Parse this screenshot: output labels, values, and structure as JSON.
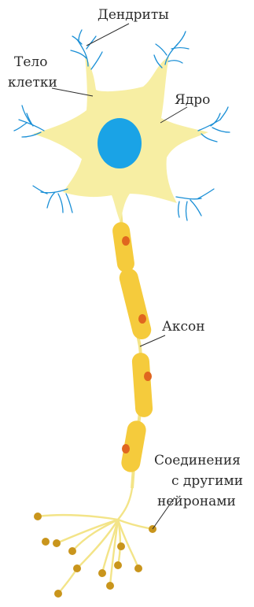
{
  "labels": {
    "dendrites": "Дендриты",
    "cell_body_line1": "Тело",
    "cell_body_line2": "клетки",
    "nucleus": "Ядро",
    "axon": "Аксон",
    "connections_line1": "Соединения",
    "connections_line2": "с другими",
    "connections_line3": "нейронами"
  },
  "colors": {
    "soma": "#f7eea3",
    "nucleus": "#1aa3e6",
    "dendrite": "#1a8fd6",
    "myelin": "#f5cb3c",
    "myelin_nucleus": "#e0661f",
    "terminal_bulb": "#c9951c"
  }
}
